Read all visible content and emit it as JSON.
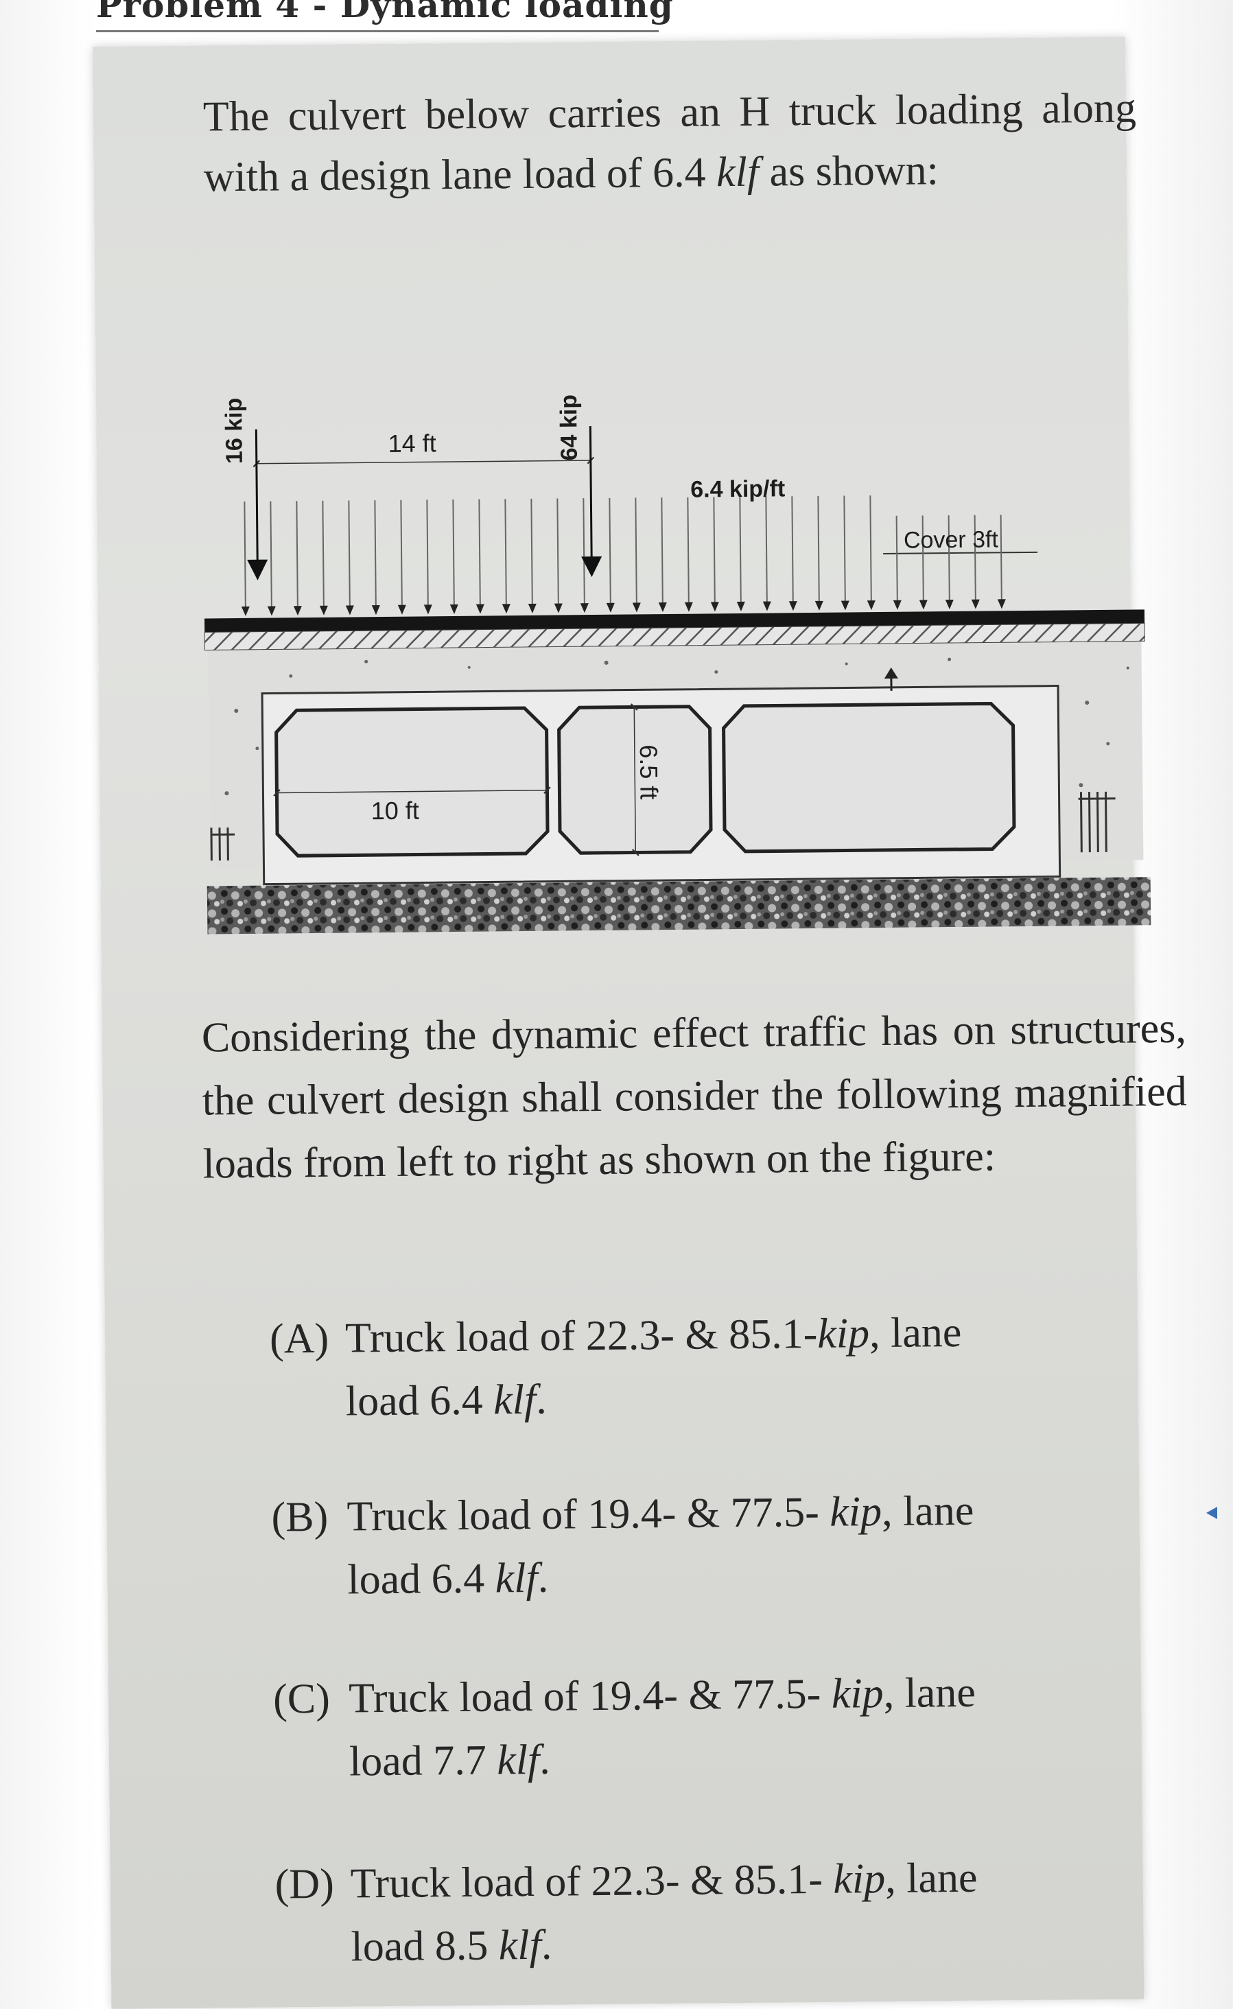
{
  "header": {
    "title": "Problem 4 - Dynamic loading"
  },
  "problem": {
    "intro_part1": "The culvert below carries an H truck loading along with a design lane load of 6.4 ",
    "intro_unit": "klf",
    "intro_part2": " as shown:",
    "question": "Considering the dynamic effect traffic has on structures, the culvert design shall consider the following magnified loads from left to right as shown on the figure:"
  },
  "figure": {
    "load_left": "16 kip",
    "load_right": "64 kip",
    "axle_spacing": "14 ft",
    "lane_load": "6.4 kip/ft",
    "cover": "Cover 3ft",
    "cell_width": "10 ft",
    "cell_height": "6.5 ft"
  },
  "options": [
    {
      "letter": "(A)",
      "line1": "Truck load of 22.3- & 85.1-",
      "unit1": "kip",
      "line1_end": ", lane",
      "line2": "load 6.4 ",
      "unit2": "klf",
      "line2_end": "."
    },
    {
      "letter": "(B)",
      "line1": "Truck load of 19.4- & 77.5- ",
      "unit1": "kip",
      "line1_end": ", lane",
      "line2": "load 6.4 ",
      "unit2": "klf",
      "line2_end": "."
    },
    {
      "letter": "(C)",
      "line1": "Truck load of 19.4- & 77.5- ",
      "unit1": "kip",
      "line1_end": ", lane",
      "line2": "load 7.7 ",
      "unit2": "klf",
      "line2_end": "."
    },
    {
      "letter": "(D)",
      "line1": "Truck load of 22.3- & 85.1- ",
      "unit1": "kip",
      "line1_end": ", lane",
      "line2": "load 8.5 ",
      "unit2": "klf",
      "line2_end": "."
    }
  ]
}
